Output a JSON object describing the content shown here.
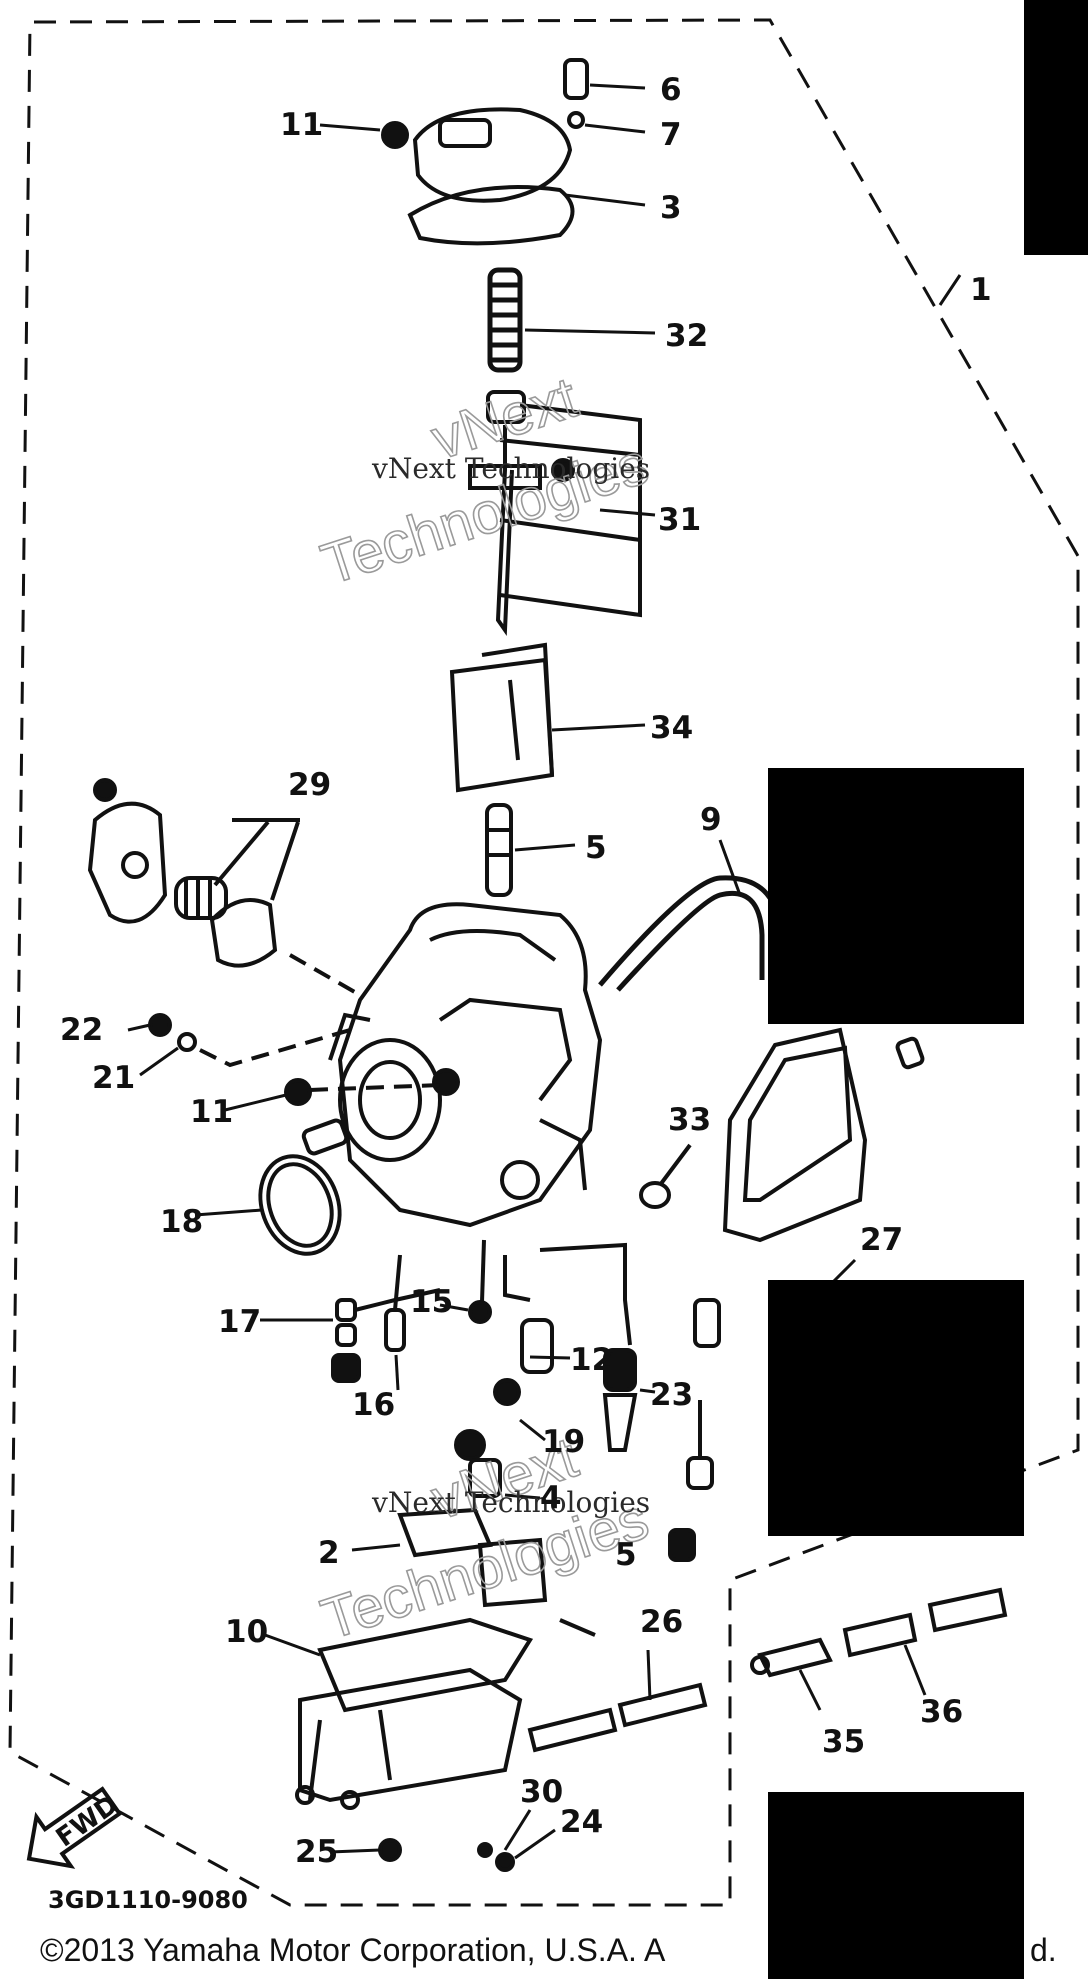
{
  "diagram": {
    "watermark": {
      "line": "vNext Technologies",
      "word1": "vNext",
      "word2": "Technologies"
    },
    "part_code": "3GD1110-9080",
    "fwd_label": "FWD",
    "callouts": {
      "c1": "1",
      "c2": "2",
      "c3": "3",
      "c4": "4",
      "c5": "5",
      "c5b": "5",
      "c6": "6",
      "c7": "7",
      "c9": "9",
      "c10": "10",
      "c11a": "11",
      "c11b": "11",
      "c12": "12",
      "c15": "15",
      "c16": "16",
      "c17": "17",
      "c18": "18",
      "c19": "19",
      "c21": "21",
      "c22": "22",
      "c23": "23",
      "c24": "24",
      "c25": "25",
      "c26": "26",
      "c27": "27",
      "c29": "29",
      "c30": "30",
      "c31": "31",
      "c32": "32",
      "c33": "33",
      "c34": "34",
      "c35": "35",
      "c36": "36"
    }
  },
  "footer": {
    "copyright_left": "©2013 Yamaha Motor Corporation, U.S.A. A",
    "copyright_right": "d."
  },
  "colors": {
    "ink": "#111111",
    "redaction": "#000000",
    "watermark": "#9a9a9a"
  }
}
